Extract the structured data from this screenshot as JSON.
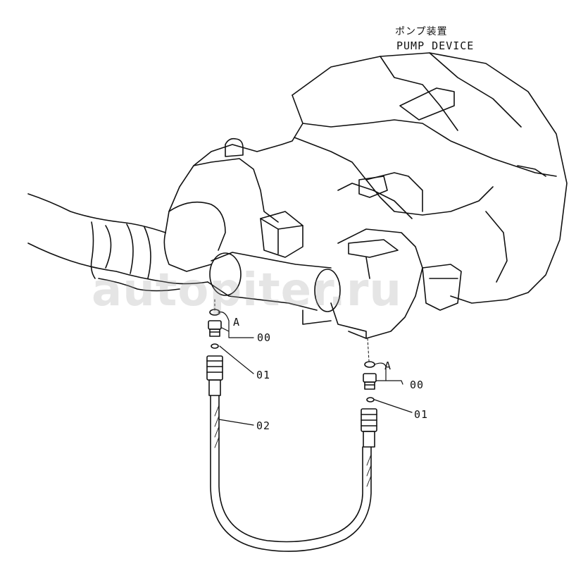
{
  "title_jp": "ポンプ装置",
  "title_en": "PUMP DEVICE",
  "watermark": "autopiter.ru",
  "callouts": {
    "a_left": "A",
    "a_right": "A",
    "c00_left": "00",
    "c00_right": "00",
    "c01_left": "01",
    "c01_right": "01",
    "c02": "02"
  },
  "colors": {
    "line": "#111111",
    "watermark": "#a0a0a0"
  }
}
